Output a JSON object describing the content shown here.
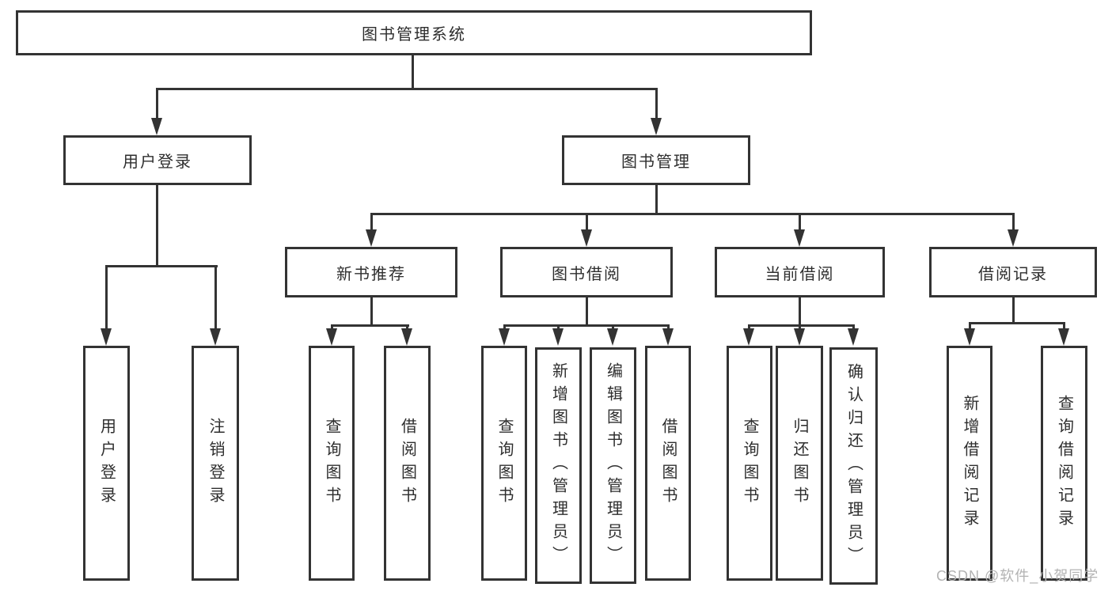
{
  "diagram": {
    "title": "图书管理系统",
    "root": {
      "label": "图书管理系统"
    },
    "level2": [
      {
        "label": "用户登录"
      },
      {
        "label": "图书管理"
      }
    ],
    "level3": [
      {
        "label": "新书推荐"
      },
      {
        "label": "图书借阅"
      },
      {
        "label": "当前借阅"
      },
      {
        "label": "借阅记录"
      }
    ],
    "leaves": {
      "login": [
        {
          "label": "用户登录"
        },
        {
          "label": "注销登录"
        }
      ],
      "recommend": [
        {
          "label": "查询图书"
        },
        {
          "label": "借阅图书"
        }
      ],
      "borrow": [
        {
          "label": "查询图书"
        },
        {
          "label": "新增图书（管理员）"
        },
        {
          "label": "编辑图书（管理员）"
        },
        {
          "label": "借阅图书"
        }
      ],
      "current": [
        {
          "label": "查询图书"
        },
        {
          "label": "归还图书"
        },
        {
          "label": "确认归还（管理员）"
        }
      ],
      "records": [
        {
          "label": "新增借阅记录"
        },
        {
          "label": "查询借阅记录"
        }
      ]
    },
    "watermark": "CSDN @软件_小贺同学",
    "colors": {
      "line": "#333333",
      "text": "#2e2e2e",
      "background": "#ffffff",
      "watermark": "#b3b3b3"
    }
  }
}
